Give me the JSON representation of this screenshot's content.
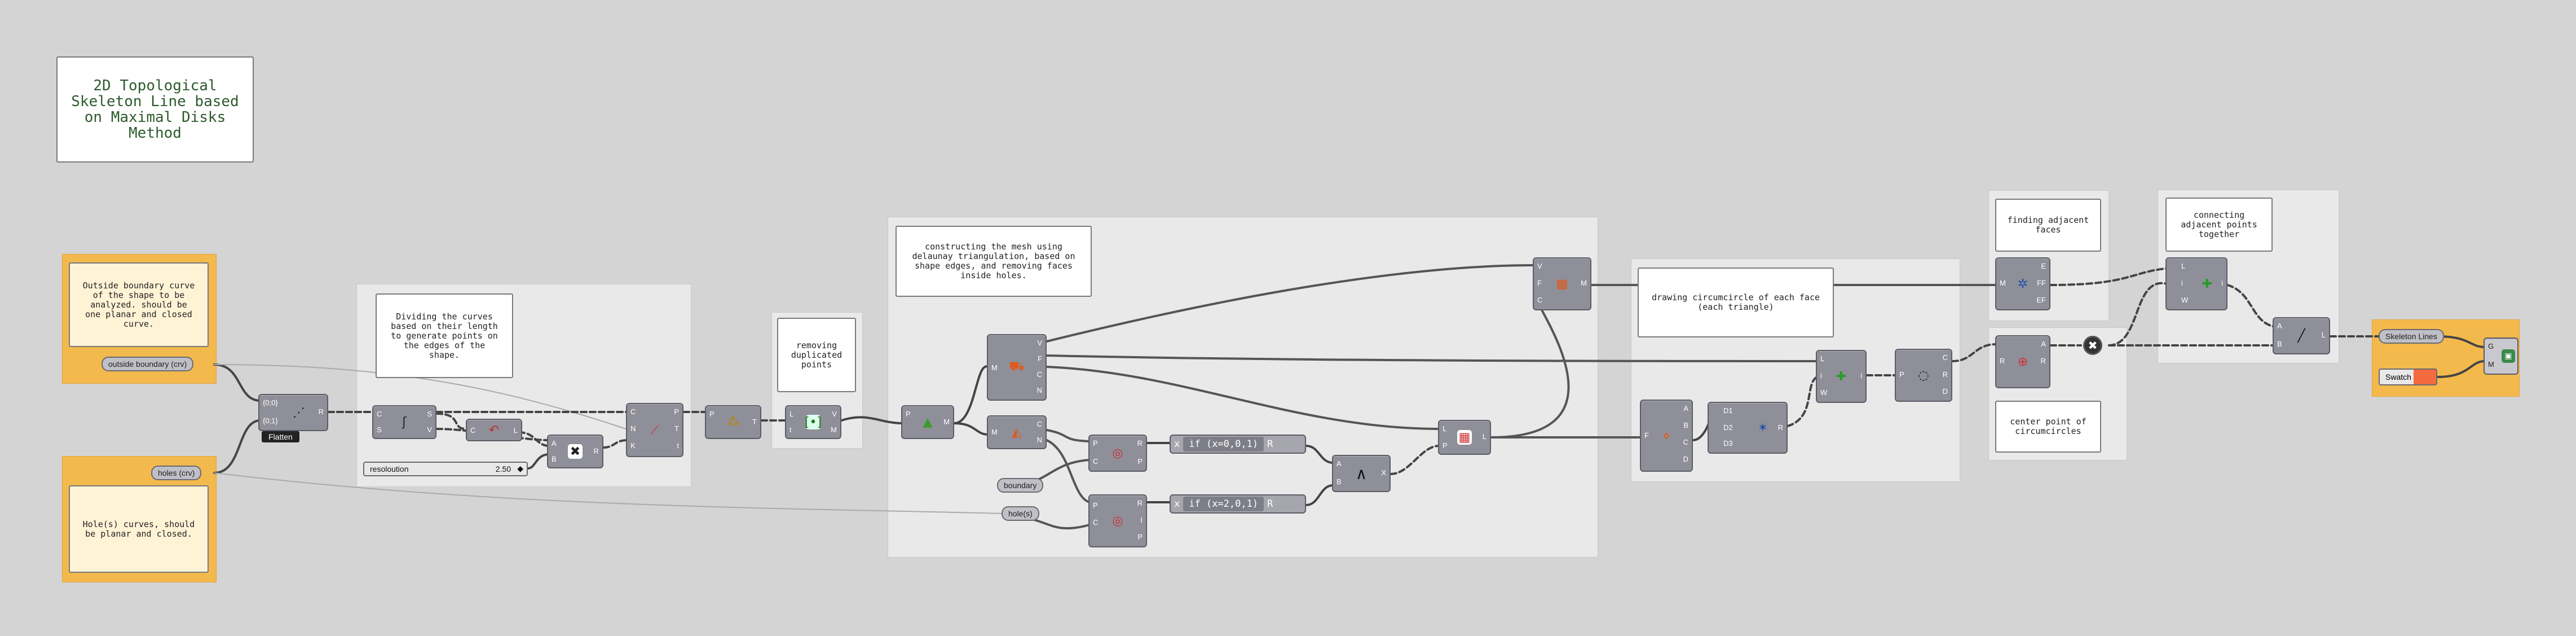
{
  "title_panel": "2D Topological\nSkeleton Line based\non Maximal Disks\nMethod",
  "notes": {
    "outside": "Outside boundary curve\nof the shape to be\nanalyzed. should be\none planar and closed\ncurve.",
    "holes": "Hole(s) curves, should\nbe planar and closed.",
    "dividing": "Dividing the curves\nbased on their length\nto generate points on\nthe edges of the\nshape.",
    "removing": "removing\nduplicated\npoints",
    "mesh": "constructing the mesh using\ndelaunay triangulation, based on\nshape edges, and removing faces\ninside holes.",
    "circumcircle": "drawing circumcircle of each face\n(each triangle)",
    "finding": "finding adjacent\nfaces",
    "connecting": "connecting\nadjacent points\ntogether",
    "center": "center point of\ncircumcircles"
  },
  "params": {
    "outside": "outside boundary (crv)",
    "holes": "holes (crv)",
    "boundary": "boundary",
    "holes2": "hole(s)",
    "skeleton": "Skeleton Lines",
    "swatch": "Swatch"
  },
  "slider": {
    "label": "resoloution",
    "value": "2.50"
  },
  "flatten": "Flatten",
  "expressions": {
    "e1": "if (x=0,0,1)",
    "e2": "if (x=2,0,1)"
  },
  "ports": {
    "merge_in": [
      "{0;0}",
      "{0;1}"
    ],
    "merge_out": "R",
    "len_in": [
      "C"
    ],
    "len_out": [
      "L"
    ],
    "div_in": [
      "A",
      "B"
    ],
    "div_out": "R",
    "crv_in": [
      "C",
      "S"
    ],
    "crv_out": [
      "S",
      "V"
    ],
    "dl_in": [
      "C",
      "N",
      "K"
    ],
    "dl_out": [
      "P",
      "T",
      "t"
    ],
    "pts_in": [
      "P"
    ],
    "pts_out": "T",
    "cull_in": [
      "L",
      "t"
    ],
    "cull_out": [
      "V",
      "M"
    ],
    "del_in": [
      "P"
    ],
    "del_out": "M",
    "dec_in": [
      "M"
    ],
    "dec_out": [
      "V",
      "F",
      "C",
      "N"
    ],
    "fe_in": [
      "M"
    ],
    "fe_out": [
      "C",
      "N"
    ],
    "inc1_in": [
      "P",
      "C"
    ],
    "inc1_out": [
      "R",
      "P"
    ],
    "inc2_in": [
      "P",
      "C"
    ],
    "inc2_out": [
      "R",
      "I",
      "P"
    ],
    "and_in": [
      "A",
      "B"
    ],
    "and_out": "X",
    "cp_in": [
      "L",
      "P"
    ],
    "cp_out": "L",
    "cm_in": [
      "V",
      "F",
      "C"
    ],
    "cm_out": "M",
    "fv_in": [
      "F"
    ],
    "fv_out": [
      "A",
      "B",
      "C",
      "D"
    ],
    "c3_in": [
      "D1",
      "D2",
      "D3"
    ],
    "c3_out": "R",
    "ll_in": [
      "L",
      "i",
      "W"
    ],
    "ll_out": "i",
    "circ_in": [
      "P"
    ],
    "circ_out": [
      "C",
      "R",
      "D"
    ],
    "mf_in": [
      "M"
    ],
    "mf_out": [
      "E",
      "FF",
      "EF"
    ],
    "cen_in": [
      "R"
    ],
    "cen_out": [
      "A",
      "R"
    ],
    "list_in": [
      "L",
      "i",
      "W"
    ],
    "list_out": "i",
    "ln_in": [
      "A",
      "B"
    ],
    "ln_out": "L",
    "prev_in": [
      "G",
      "M"
    ]
  },
  "colors": {
    "orange": "#f3b94d",
    "component": "#8f8f99",
    "wire": "#555555",
    "panel": "#ffffff",
    "swatch_fill": "#f26a3d"
  }
}
